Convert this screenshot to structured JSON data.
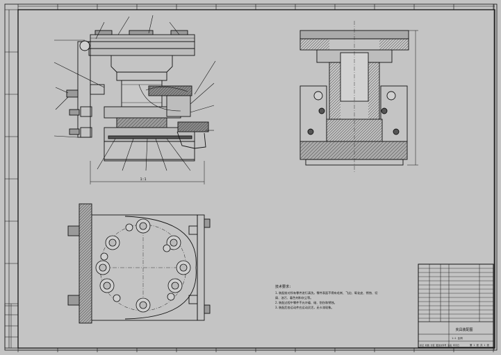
{
  "drawing": {
    "notes_heading": "技术要求:",
    "notes": [
      "1.装配前对所有零件进行清洗，零件表面不得有毛刺、飞边、氧化皮、锈蚀、切",
      "屑、油污、着色剂和灰尘等。",
      "2.装配过程中零件不允许磕、碰、划伤和锈蚀。",
      "3.装配后各运动件应运动灵活，无卡滞现象。"
    ],
    "dim_front_width": "1:1",
    "title_block": {
      "title_name": "夹具装配图",
      "scale_row": "1:1  比例",
      "rows": [
        "",
        "",
        "",
        "",
        "",
        "",
        "",
        "",
        "",
        "",
        "",
        "",
        ""
      ],
      "footer_left": "标记 处数 分区 更改文件号 签名 年月日",
      "footer_right": "第 1 张 共 1 张"
    },
    "grid_top_letters": [
      "",
      "",
      "",
      "",
      "",
      "",
      "",
      "",
      ""
    ],
    "grid_side_numbers": [
      "",
      "",
      "",
      "",
      "",
      ""
    ]
  }
}
